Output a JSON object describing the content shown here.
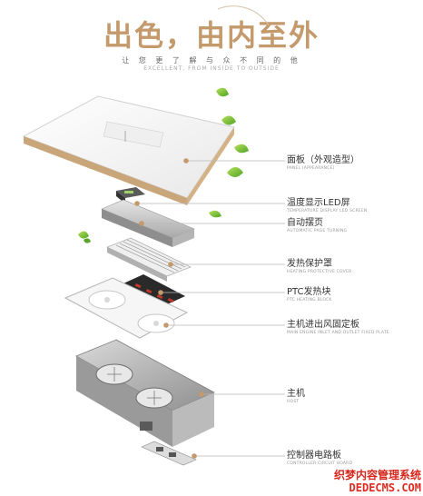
{
  "header": {
    "title": "出色，由内至外",
    "subtitle": "让 您 更 了 解 与 众 不 同 的 他",
    "subtitle_en": "EXCELLENT, FROM INSIDE TO OUTSIDE"
  },
  "callouts": [
    {
      "cn": "面板（外观造型）",
      "en": "PANEL (APPEARANCE)"
    },
    {
      "cn": "温度显示LED屏",
      "en": "TEMPERATURE DISPLAY LED SCREEN"
    },
    {
      "cn": "自动摆页",
      "en": "AUTOMATIC PAGE TURNING"
    },
    {
      "cn": "发热保护罩",
      "en": "HEATING PROTECTIVE COVER"
    },
    {
      "cn": "PTC发热块",
      "en": "PTC HEATING BLOCK"
    },
    {
      "cn": "主机进出风固定板",
      "en": "MAIN ENGINE INLET AND OUTLET FIXED PLATE"
    },
    {
      "cn": "主机",
      "en": "HOST"
    },
    {
      "cn": "控制器电路板",
      "en": "CONTROLLER CIRCUIT BOARD"
    }
  ],
  "watermark": {
    "line1": "织梦内容管理系统",
    "line2": "DEDECMS.COM"
  },
  "colors": {
    "title": "#c49a6c",
    "leader_dot": "#c49a6c",
    "leaf": "#7cc23a",
    "watermark": "#d9261c"
  }
}
